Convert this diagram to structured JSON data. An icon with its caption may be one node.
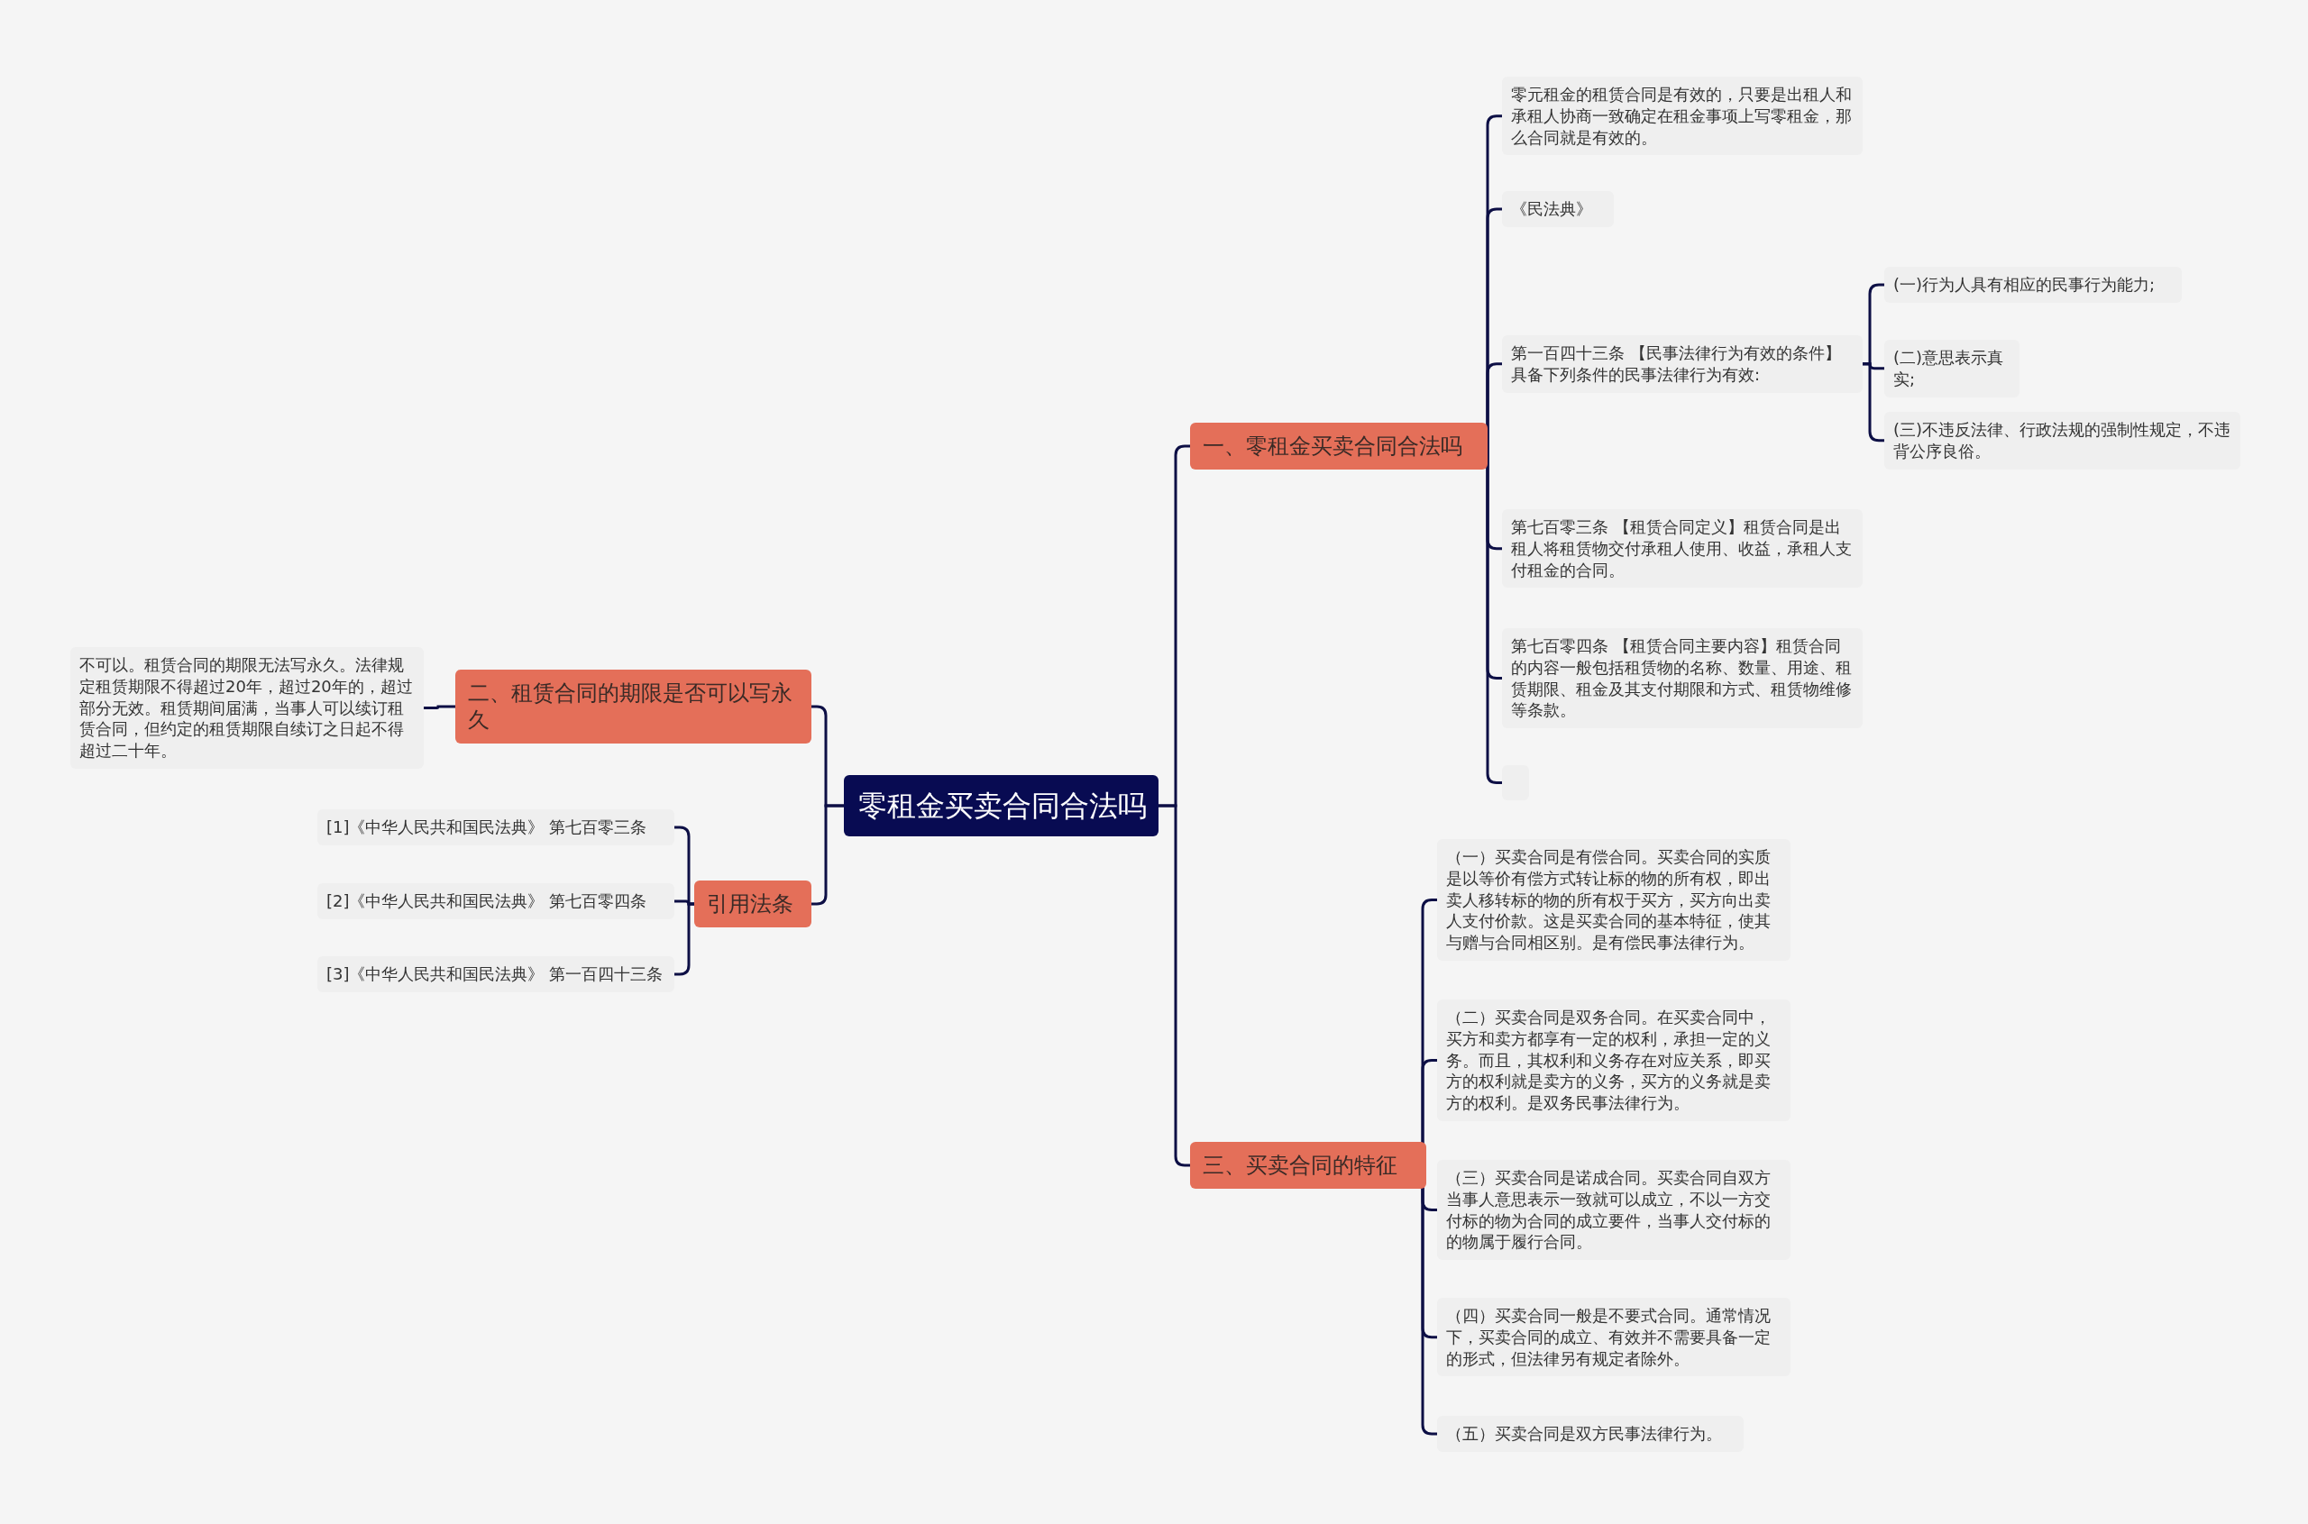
{
  "diagram": {
    "nodes": [
      {
        "text": [
          "零租金买卖合同合法吗"
        ]
      },
      {
        "text": [
          "一、零租金买卖合同合法吗"
        ]
      },
      {
        "text": [
          "零元租金的租赁合同是有效的，只要是出租人和承租人协商一致确定在租金事项上写零租金，那么合同就是有效的。"
        ]
      },
      {
        "text": [
          "《民法典》"
        ]
      },
      {
        "text": [
          "第一百四十三条 【民事法律行为有效的条件】具备下列条件的民事法律行为有效:"
        ]
      },
      {
        "text": [
          "(一)行为人具有相应的民事行为能力;"
        ]
      },
      {
        "text": [
          "(二)意思表示真实;"
        ]
      },
      {
        "text": [
          "(三)不违反法律、行政法规的强制性规定，不违背公序良俗。"
        ]
      },
      {
        "text": [
          "第七百零三条 【租赁合同定义】租赁合同是出租人将租赁物交付承租人使用、收益，承租人支付租金的合同。"
        ]
      },
      {
        "text": [
          "第七百零四条 【租赁合同主要内容】租赁合同的内容一般包括租赁物的名称、数量、用途、租赁期限、租金及其支付期限和方式、租赁物维修等条款。"
        ]
      },
      {
        "text": [],
        "shape": "box"
      },
      {
        "text": [
          "二、租赁合同的期限是否可以写永久"
        ]
      },
      {
        "text": [
          "不可以。租赁合同的期限无法写永久。法律规定租赁期限不得超过20年，超过20年的，超过部分无效。租赁期间届满，当事人可以续订租赁合同，但约定的租赁期限自续订之日起不得超过二十年。"
        ]
      },
      {
        "text": [
          "引用法条"
        ]
      },
      {
        "text": [
          "[1]《中华人民共和国民法典》 第七百零三条"
        ]
      },
      {
        "text": [
          "[2]《中华人民共和国民法典》 第七百零四条"
        ]
      },
      {
        "text": [
          "[3]《中华人民共和国民法典》 第一百四十三条"
        ]
      },
      {
        "text": [
          "三、买卖合同的特征"
        ]
      },
      {
        "text": [
          "（一）买卖合同是有偿合同。买卖合同的实质是以等价有偿方式转让标的物的所有权，即出卖人移转标的物的所有权于买方，买方向出卖人支付价款。这是买卖合同的基本特征，使其与赠与合同相区别。是有偿民事法律行为。"
        ]
      },
      {
        "text": [
          "（二）买卖合同是双务合同。在买卖合同中，买方和卖方都享有一定的权利，承担一定的义务。而且，其权利和义务存在对应关系，即买方的权利就是卖方的义务，买方的义务就是卖方的权利。是双务民事法律行为。"
        ]
      },
      {
        "text": [
          "（三）买卖合同是诺成合同。买卖合同自双方当事人意思表示一致就可以成立，不以一方交付标的物为合同的成立要件，当事人交付标的的物属于履行合同。"
        ]
      },
      {
        "text": [
          "（四）买卖合同一般是不要式合同。通常情况下，买卖合同的成立、有效并不需要具备一定的形式，但法律另有规定者除外。"
        ]
      },
      {
        "text": [
          "（五）买卖合同是双方民事法律行为。"
        ]
      }
    ],
    "edges": [
      {
        "from": 0,
        "to": 1,
        "arrow": "none"
      },
      {
        "from": 1,
        "to": 2,
        "arrow": "none"
      },
      {
        "from": 1,
        "to": 3,
        "arrow": "none"
      },
      {
        "from": 1,
        "to": 4,
        "arrow": "none"
      },
      {
        "from": 4,
        "to": 5,
        "arrow": "none"
      },
      {
        "from": 4,
        "to": 6,
        "arrow": "none"
      },
      {
        "from": 4,
        "to": 7,
        "arrow": "none"
      },
      {
        "from": 1,
        "to": 8,
        "arrow": "none"
      },
      {
        "from": 1,
        "to": 9,
        "arrow": "none"
      },
      {
        "from": 1,
        "to": 10,
        "arrow": "none"
      },
      {
        "from": 0,
        "to": 11,
        "arrow": "none"
      },
      {
        "from": 11,
        "to": 12,
        "arrow": "none"
      },
      {
        "from": 0,
        "to": 13,
        "arrow": "none"
      },
      {
        "from": 13,
        "to": 14,
        "arrow": "none"
      },
      {
        "from": 13,
        "to": 15,
        "arrow": "none"
      },
      {
        "from": 13,
        "to": 16,
        "arrow": "none"
      },
      {
        "from": 0,
        "to": 17,
        "arrow": "none"
      },
      {
        "from": 17,
        "to": 18,
        "arrow": "none"
      },
      {
        "from": 17,
        "to": 19,
        "arrow": "none"
      },
      {
        "from": 17,
        "to": 20,
        "arrow": "none"
      },
      {
        "from": 17,
        "to": 21,
        "arrow": "none"
      },
      {
        "from": 17,
        "to": 22,
        "arrow": "none"
      }
    ]
  }
}
